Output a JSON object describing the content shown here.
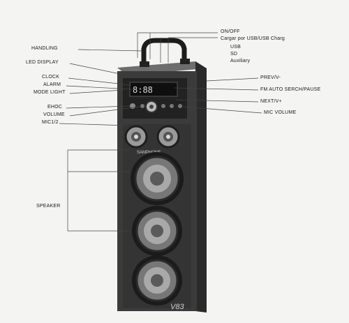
{
  "labels_left": [
    "HANDLING",
    "LED DISPLAY",
    "CLOCK",
    "ALARM",
    "MODE LIGHT",
    "EHOC",
    "VOLUME",
    "MIC1/2",
    "SPEAKER"
  ],
  "labels_right": [
    "ON/OFF",
    "Cargar por USB/USB  Charg",
    "USB",
    "SD",
    "Auxiliary",
    "PREV/V-",
    "FM AUTO SERCH/PAUSE",
    "NEXT/V+",
    "MIC VOLUME"
  ],
  "device": {
    "brand": "SAMPHONE",
    "model": "V83"
  },
  "colors": {
    "background": "#f4f4f2",
    "cabinet": "#3b3b3b",
    "text": "#1a1a1a",
    "leader": "#444444"
  }
}
